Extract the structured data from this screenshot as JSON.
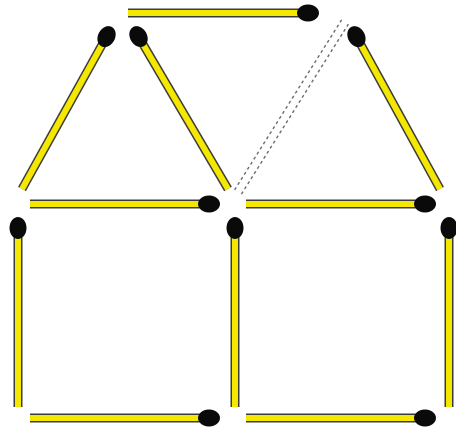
{
  "colors": {
    "background": "#ffffff",
    "stick_fill": "#f5e800",
    "stick_outline": "#3b3b3b",
    "match_head": "#0a0a0a",
    "dotted_guide": "#6b6b6b"
  },
  "matchsticks": [
    {
      "name": "roof-top-match",
      "dashed": false
    },
    {
      "name": "roof-left-outer-match",
      "dashed": false
    },
    {
      "name": "roof-left-inner-match",
      "dashed": false
    },
    {
      "name": "roof-right-outer-match",
      "dashed": false
    },
    {
      "name": "roof-moved-match",
      "dashed": true
    },
    {
      "name": "house-middle-left-match",
      "dashed": false
    },
    {
      "name": "house-middle-right-match",
      "dashed": false
    },
    {
      "name": "wall-left-match",
      "dashed": false
    },
    {
      "name": "wall-center-match",
      "dashed": false
    },
    {
      "name": "wall-right-match",
      "dashed": false
    },
    {
      "name": "floor-left-match",
      "dashed": false
    },
    {
      "name": "floor-right-match",
      "dashed": false
    }
  ]
}
